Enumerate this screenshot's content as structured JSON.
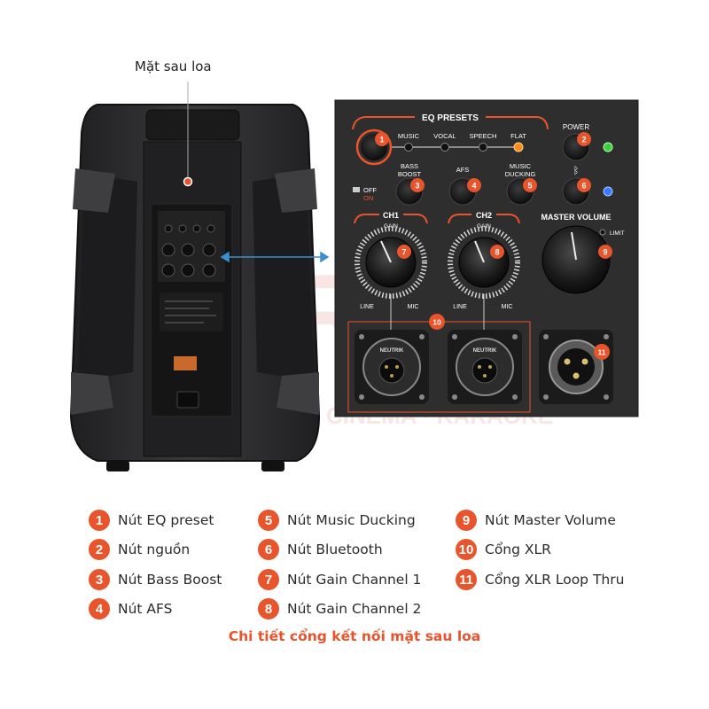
{
  "label_back": "Mặt sau loa",
  "caption": "Chi tiết cổng kết nối mặt sau loa",
  "legend": [
    {
      "n": "1",
      "text": "Nút EQ preset"
    },
    {
      "n": "2",
      "text": "Nút nguồn"
    },
    {
      "n": "3",
      "text": "Nút Bass Boost"
    },
    {
      "n": "4",
      "text": "Nút AFS"
    },
    {
      "n": "5",
      "text": "Nút Music Ducking"
    },
    {
      "n": "6",
      "text": "Nút Bluetooth"
    },
    {
      "n": "7",
      "text": "Nút Gain Channel 1"
    },
    {
      "n": "8",
      "text": "Nút Gain Channel 2"
    },
    {
      "n": "9",
      "text": "Nút Master Volume"
    },
    {
      "n": "10",
      "text": "Cổng XLR"
    },
    {
      "n": "11",
      "text": "Cổng XLR Loop Thru"
    }
  ],
  "panel": {
    "eq_presets": "EQ PRESETS",
    "music": "MUSIC",
    "vocal": "VOCAL",
    "speech": "SPEECH",
    "flat": "FLAT",
    "power": "POWER",
    "bass_boost_1": "BASS",
    "bass_boost_2": "BOOST",
    "afs": "AFS",
    "music_ducking_1": "MUSIC",
    "music_ducking_2": "DUCKING",
    "off": "OFF",
    "on": "ON",
    "ch1": "CH1",
    "ch2": "CH2",
    "gain": "GAIN",
    "master_volume": "MASTER VOLUME",
    "limit": "LIMIT",
    "line": "LINE",
    "mic": "MIC",
    "neutrik": "NEUTRIK",
    "badges": [
      "1",
      "2",
      "3",
      "4",
      "5",
      "6",
      "7",
      "8",
      "9",
      "10",
      "11"
    ]
  },
  "watermark_1": "RAO",
  "watermark_2": "AUDIO · HOME CINEMA · KARAOKE",
  "colors": {
    "accent": "#e8542b",
    "panel_bg": "#2b2b2b",
    "speaker": "#2e2e30",
    "led_green": "#3ecf3e",
    "led_blue": "#3b7bff",
    "led_orange": "#ff8a1c",
    "arrow": "#3a8fd1"
  }
}
